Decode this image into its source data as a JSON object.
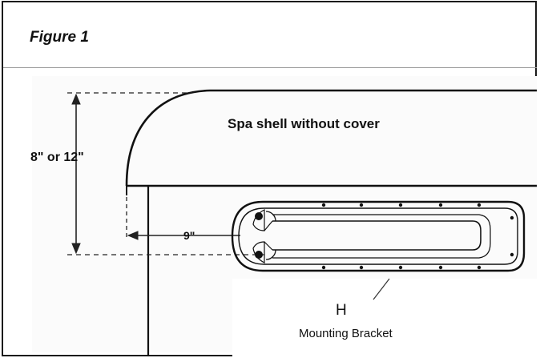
{
  "figure": {
    "title": "Figure 1"
  },
  "diagram": {
    "shell_label": "Spa shell without cover",
    "height_label": "8\" or 12\"",
    "offset_label": "9\"",
    "part_letter": "H",
    "part_label": "Mounting Bracket"
  }
}
